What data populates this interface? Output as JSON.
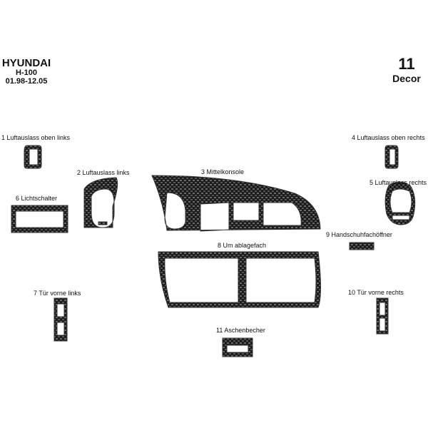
{
  "header": {
    "make": "HYUNDAI",
    "model": "H-100",
    "years": "01.98-12.05",
    "piece_count": "11",
    "kit_type": "Decor"
  },
  "parts": [
    {
      "label": "1  Luftauslass oben links"
    },
    {
      "label": "2  Luftauslass links"
    },
    {
      "label": "3  Mittelkonsole"
    },
    {
      "label": "4  Luftauslass oben rechts"
    },
    {
      "label": "5  Luftauslass rechts"
    },
    {
      "label": "6  Lichtschalter"
    },
    {
      "label": "7  Tür vorne links"
    },
    {
      "label": "8  Um ablagefach"
    },
    {
      "label": "9  Handschuhfachöffner"
    },
    {
      "label": "10  Tür vorne rechts"
    },
    {
      "label": "11  Aschenbecher"
    }
  ],
  "colors": {
    "carbon_dark": "#1c1c1c",
    "carbon_light": "#6a6a6a"
  }
}
